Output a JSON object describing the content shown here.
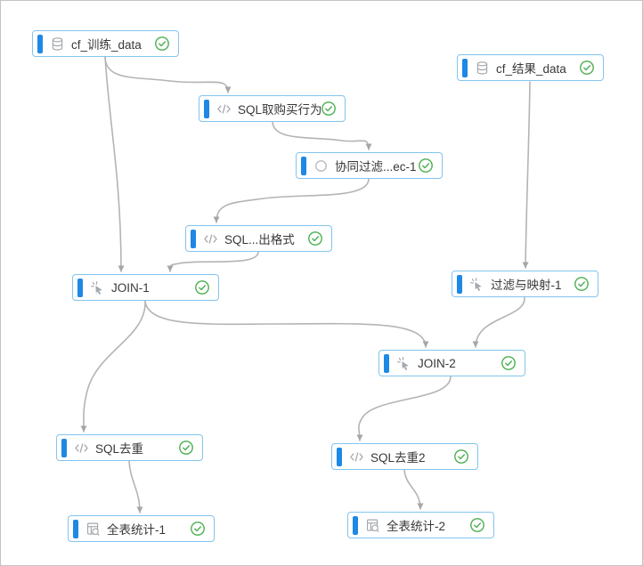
{
  "diagram": {
    "title": "workflow-dag-canvas",
    "nodes": [
      {
        "id": "cf_train_data",
        "label": "cf_训练_data",
        "icon": "database-icon",
        "status": "success"
      },
      {
        "id": "cf_result_data",
        "label": "cf_结果_data",
        "icon": "database-icon",
        "status": "success"
      },
      {
        "id": "sql_purchase",
        "label": "SQL取购买行为",
        "icon": "sql-code-icon",
        "status": "success"
      },
      {
        "id": "cf_rec",
        "label": "协同过滤...ec-1",
        "icon": "algorithm-circle-icon",
        "status": "success"
      },
      {
        "id": "sql_format",
        "label": "SQL...出格式",
        "icon": "sql-code-icon",
        "status": "success"
      },
      {
        "id": "join_1",
        "label": "JOIN-1",
        "icon": "magic-cursor-icon",
        "status": "success"
      },
      {
        "id": "filter_map_1",
        "label": "过滤与映射-1",
        "icon": "magic-cursor-icon",
        "status": "success"
      },
      {
        "id": "join_2",
        "label": "JOIN-2",
        "icon": "magic-cursor-icon",
        "status": "success"
      },
      {
        "id": "sql_dedup",
        "label": "SQL去重",
        "icon": "sql-code-icon",
        "status": "success"
      },
      {
        "id": "sql_dedup_2",
        "label": "SQL去重2",
        "icon": "sql-code-icon",
        "status": "success"
      },
      {
        "id": "table_stats_1",
        "label": "全表统计-1",
        "icon": "table-stats-icon",
        "status": "success"
      },
      {
        "id": "table_stats_2",
        "label": "全表统计-2",
        "icon": "table-stats-icon",
        "status": "success"
      }
    ],
    "edges": [
      {
        "from": "cf_train_data",
        "to": "sql_purchase"
      },
      {
        "from": "cf_train_data",
        "to": "join_1"
      },
      {
        "from": "sql_purchase",
        "to": "cf_rec"
      },
      {
        "from": "cf_rec",
        "to": "sql_format"
      },
      {
        "from": "sql_format",
        "to": "join_1"
      },
      {
        "from": "cf_result_data",
        "to": "filter_map_1"
      },
      {
        "from": "join_1",
        "to": "join_2"
      },
      {
        "from": "filter_map_1",
        "to": "join_2"
      },
      {
        "from": "join_1",
        "to": "sql_dedup"
      },
      {
        "from": "join_2",
        "to": "sql_dedup_2"
      },
      {
        "from": "sql_dedup",
        "to": "table_stats_1"
      },
      {
        "from": "sql_dedup_2",
        "to": "table_stats_2"
      }
    ],
    "colors": {
      "node_border": "#82c4ee",
      "node_state_bar": "#1e88e5",
      "edge": "#b4b4b4",
      "success_check": "#4caf50",
      "icon_gray": "#a3a8ae",
      "label_text": "#383838",
      "canvas_bg": "#ffffff"
    }
  }
}
